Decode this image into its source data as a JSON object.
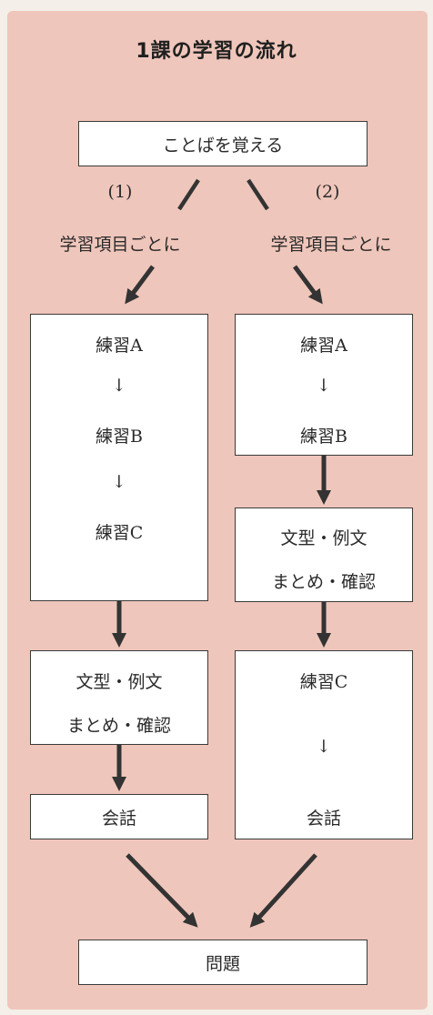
{
  "title": "1課の学習の流れ",
  "top_box": "ことばを覚える",
  "paths": [
    {
      "number": "(1)",
      "condition": "学習項目ごとに"
    },
    {
      "number": "(2)",
      "condition": "学習項目ごとに"
    }
  ],
  "left_path": {
    "box1": [
      "練習A",
      "↓",
      "練習B",
      "↓",
      "練習C"
    ],
    "box2": [
      "文型・例文",
      "まとめ・確認"
    ],
    "box3": "会話"
  },
  "right_path": {
    "box1": [
      "練習A",
      "↓",
      "練習B"
    ],
    "box2": [
      "文型・例文",
      "まとめ・確認"
    ],
    "box3": [
      "練習C",
      "↓",
      "会話"
    ]
  },
  "bottom_box": "問題",
  "colors": {
    "panel": "#efc6bb",
    "box": "#ffffff",
    "arrow": "#333333"
  }
}
